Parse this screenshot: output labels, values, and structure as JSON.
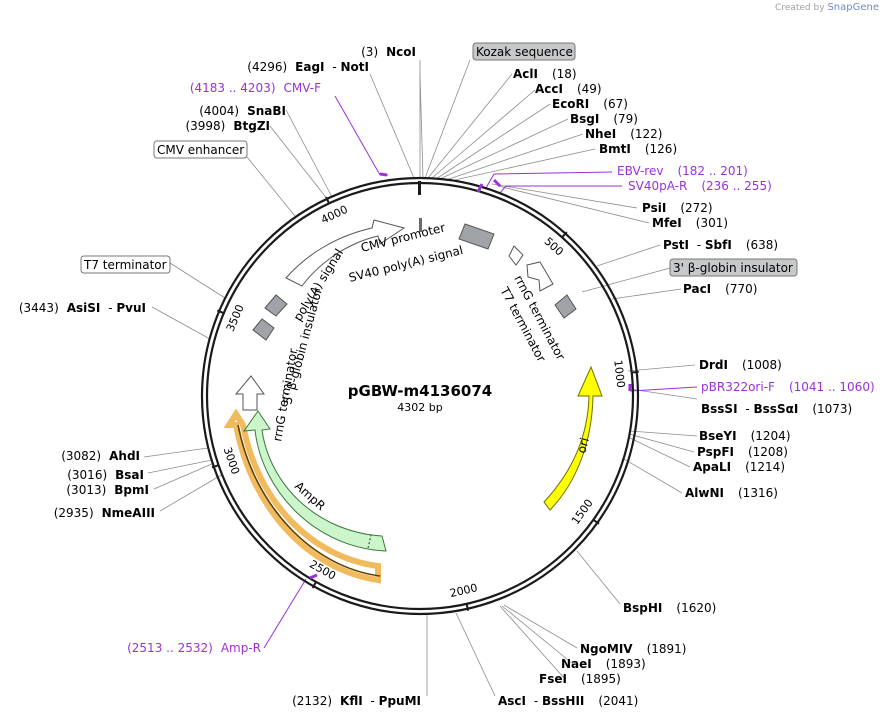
{
  "credit": {
    "prefix": "Created by",
    "brand": "SnapGene"
  },
  "plasmid": {
    "name": "pGBW-m4136074",
    "length_label": "4302 bp",
    "total_bp": 4302
  },
  "ruler_ticks": [
    {
      "bp": 500,
      "label": "500"
    },
    {
      "bp": 1000,
      "label": "1000"
    },
    {
      "bp": 1500,
      "label": "1500"
    },
    {
      "bp": 2000,
      "label": "2000"
    },
    {
      "bp": 2500,
      "label": "2500"
    },
    {
      "bp": 3000,
      "label": "3000"
    },
    {
      "bp": 3500,
      "label": "3500"
    },
    {
      "bp": 4000,
      "label": "4000"
    }
  ],
  "sites": [
    {
      "pos": "(3)",
      "name": "NcoI",
      "bp": 3
    },
    {
      "pos": "(4296)",
      "name": "EagI",
      "name2": "NotI",
      "bp": 4296
    },
    {
      "name": "AclI",
      "pos": "(18)",
      "bp": 18
    },
    {
      "name": "AccI",
      "pos": "(49)",
      "bp": 49
    },
    {
      "name": "EcoRI",
      "pos": "(67)",
      "bp": 67
    },
    {
      "name": "BsgI",
      "pos": "(79)",
      "bp": 79
    },
    {
      "name": "NheI",
      "pos": "(122)",
      "bp": 122
    },
    {
      "name": "BmtI",
      "pos": "(126)",
      "bp": 126
    },
    {
      "name": "PsiI",
      "pos": "(272)",
      "bp": 272
    },
    {
      "name": "MfeI",
      "pos": "(301)",
      "bp": 301
    },
    {
      "name": "PstI",
      "name2": "SbfI",
      "pos": "(638)",
      "bp": 638
    },
    {
      "name": "PacI",
      "pos": "(770)",
      "bp": 770
    },
    {
      "name": "DrdI",
      "pos": "(1008)",
      "bp": 1008
    },
    {
      "name": "BssSI",
      "name2": "BssSαI",
      "pos": "(1073)",
      "bp": 1073
    },
    {
      "name": "BseYI",
      "pos": "(1204)",
      "bp": 1204
    },
    {
      "name": "PspFI",
      "pos": "(1208)",
      "bp": 1208
    },
    {
      "name": "ApaLI",
      "pos": "(1214)",
      "bp": 1214
    },
    {
      "name": "AlwNI",
      "pos": "(1316)",
      "bp": 1316
    },
    {
      "name": "BspHI",
      "pos": "(1620)",
      "bp": 1620
    },
    {
      "name": "NgoMIV",
      "pos": "(1891)",
      "bp": 1891
    },
    {
      "name": "NaeI",
      "pos": "(1893)",
      "bp": 1893
    },
    {
      "name": "FseI",
      "pos": "(1895)",
      "bp": 1895
    },
    {
      "name": "AscI",
      "name2": "BssHII",
      "pos": "(2041)",
      "bp": 2041
    },
    {
      "pos": "(2132)",
      "name": "KflI",
      "name2": "PpuMI",
      "bp": 2132
    },
    {
      "pos": "(2935)",
      "name": "NmeAIII",
      "bp": 2935
    },
    {
      "pos": "(3013)",
      "name": "BpmI",
      "bp": 3013
    },
    {
      "pos": "(3016)",
      "name": "BsaI",
      "bp": 3016
    },
    {
      "pos": "(3082)",
      "name": "AhdI",
      "bp": 3082
    },
    {
      "pos": "(3443)",
      "name": "AsiSI",
      "name2": "PvuI",
      "bp": 3443
    },
    {
      "pos": "(3998)",
      "name": "BtgZI",
      "bp": 3998
    },
    {
      "pos": "(4004)",
      "name": "SnaBI",
      "bp": 4004
    }
  ],
  "primers": [
    {
      "name": "CMV-F",
      "range": "(4183 .. 4203)"
    },
    {
      "name": "EBV-rev",
      "range": "(182 .. 201)"
    },
    {
      "name": "SV40pA-R",
      "range": "(236 .. 255)"
    },
    {
      "name": "pBR322ori-F",
      "range": "(1041 .. 1060)"
    },
    {
      "name": "Amp-R",
      "range": "(2513 .. 2532)"
    }
  ],
  "boxed_features": {
    "kozak": "Kozak sequence",
    "cmv_enhancer": "CMV enhancer",
    "t7_terminator": "T7 terminator",
    "beta_globin_3": "3' β-globin insulator"
  },
  "inner_labels": {
    "cmv_promoter": "CMV promoter",
    "sv40_polya": "SV40 poly(A) signal",
    "polya_signal": "poly(A) signal",
    "rrnG_term_right": "rrnG terminator",
    "t7_term_right": "T7 terminator",
    "rrnG_term_left": "rrnG terminator",
    "beta_globin_5": "5' β-globin insulator",
    "ori": "ori",
    "ampR": "AmpR"
  },
  "colors": {
    "backbone": "#1a1a1a",
    "ori_fill": "#ffff00",
    "ampr_fill": "#ccf5cc",
    "ampr_highlight": "#f0b24a",
    "promoter_fill": "#ffffff",
    "terminator_fill": "#a0a4a8",
    "primer": "#9b30d9",
    "leader": "#8c8c8c",
    "box_gray": "#c6c8ca"
  }
}
